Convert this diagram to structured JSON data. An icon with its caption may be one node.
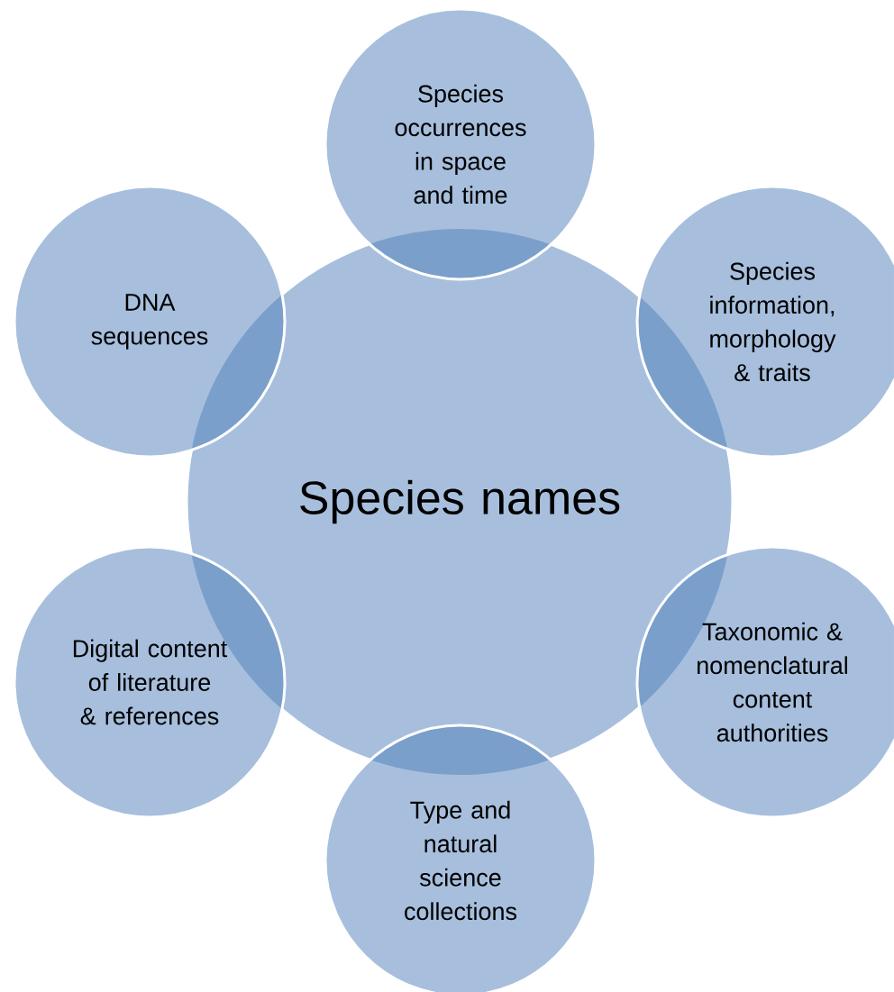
{
  "diagram": {
    "nodes": [
      {
        "text": [
          "Species occurrences in space and time"
        ]
      },
      {
        "text": [
          "DNA sequences"
        ]
      },
      {
        "text": [
          "Species information, morphology & traits"
        ]
      },
      {
        "text": [
          "Species names"
        ]
      },
      {
        "text": [
          "Digital content of literature & references"
        ]
      },
      {
        "text": [
          "Taxonomic & nomenclatural content authorities"
        ]
      },
      {
        "text": [
          "Type and natural science collections"
        ]
      }
    ]
  }
}
